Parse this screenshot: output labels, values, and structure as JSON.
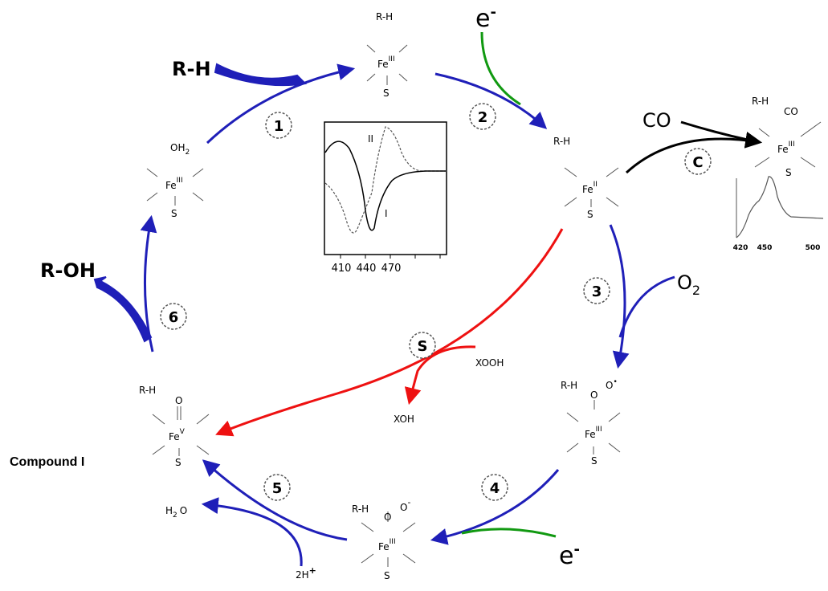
{
  "colors": {
    "blue": "#1f1fb8",
    "red": "#ee1111",
    "green": "#119911",
    "black": "#000000",
    "gray": "#555555"
  },
  "steps": {
    "s1": "1",
    "s2": "2",
    "s3": "3",
    "s4": "4",
    "s5": "5",
    "s6": "6",
    "sS": "S",
    "sC": "C"
  },
  "reagents": {
    "rh_in": "R-H",
    "e1": "e",
    "e2": "e",
    "e_sup": "-",
    "co": "CO",
    "o2": "O",
    "o2_sub": "2",
    "roh": "R-OH",
    "xooh": "XOOH",
    "xoh": "XOH",
    "h2o": "H",
    "h2o_sub": "2",
    "h2o_o": "O",
    "twoh": "2H",
    "twoh_sup": "+"
  },
  "complexes": {
    "top": {
      "rh": "R-H",
      "fe": "Fe",
      "ox": "III",
      "s": "S"
    },
    "left": {
      "oh2": "OH",
      "oh2_sub": "2",
      "fe": "Fe",
      "ox": "III",
      "s": "S"
    },
    "right": {
      "rh": "R-H",
      "fe": "Fe",
      "ox": "II",
      "s": "S"
    },
    "co_complex": {
      "rh": "R-H",
      "co": "CO",
      "fe": "Fe",
      "ox": "III",
      "s": "S"
    },
    "o2_complex": {
      "rh": "R-H",
      "o1": "O",
      "o2": "O",
      "dot": "•",
      "fe": "Fe",
      "ox": "III",
      "s": "S"
    },
    "peroxo": {
      "rh": "R-H",
      "o1": "O",
      "o2": "O",
      "sup": "-",
      "fe": "Fe",
      "ox": "III",
      "s": "S"
    },
    "compound1": {
      "rh": "R-H",
      "o": "O",
      "fe": "Fe",
      "ox": "V",
      "s": "S"
    }
  },
  "compound_label": "Compound I",
  "inset_spectrum": {
    "ticks": [
      "410",
      "440",
      "470"
    ],
    "curve_labels": {
      "ii": "II",
      "i": "I"
    }
  },
  "co_spectrum": {
    "ticks": [
      "420",
      "450",
      "500"
    ]
  }
}
